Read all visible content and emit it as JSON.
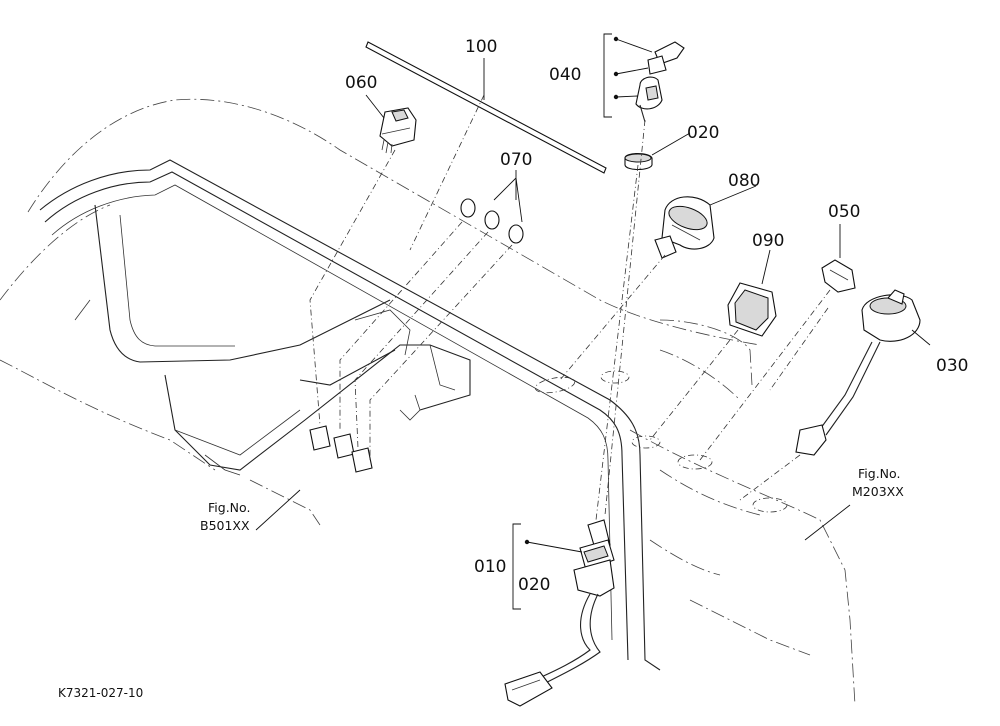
{
  "callouts": {
    "c100": "100",
    "c060": "060",
    "c040": "040",
    "c020_top": "020",
    "c070": "070",
    "c080": "080",
    "c050": "050",
    "c090": "090",
    "c030": "030",
    "c010": "010",
    "c020_bottom": "020"
  },
  "figure_refs": {
    "left": {
      "line1": "Fig.No.",
      "line2": "B501XX"
    },
    "right": {
      "line1": "Fig.No.",
      "line2": "M203XX"
    }
  },
  "drawing_id": "K7321-027-10"
}
